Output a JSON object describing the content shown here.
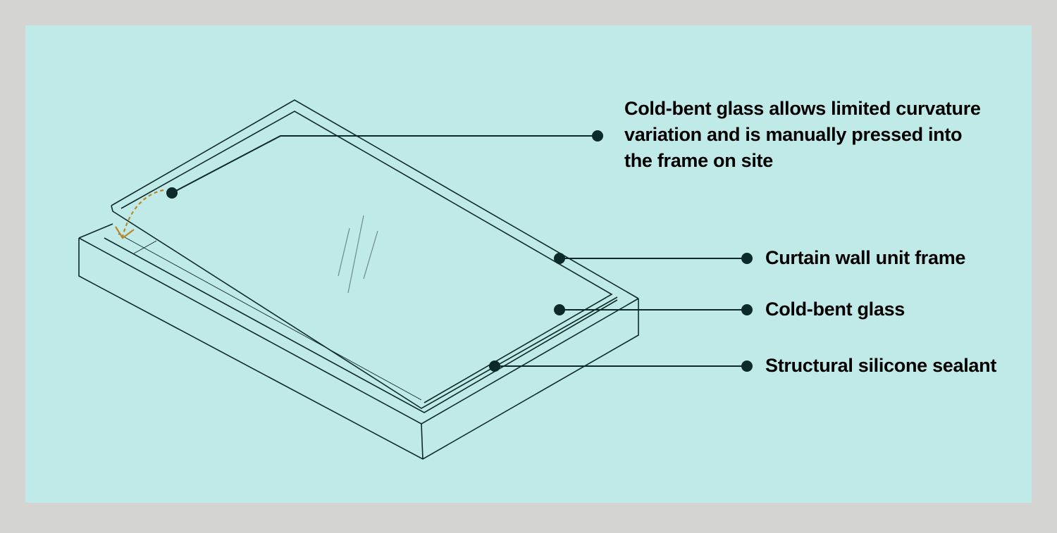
{
  "colors": {
    "border": "#d4d4d2",
    "panel": "#c0eae7",
    "ink": "#0c2a2a",
    "arrow": "#b8892a"
  },
  "annotations": {
    "cold_bent_note": "Cold-bent glass allows limited curvature variation and is manually pressed into the frame on site",
    "frame": "Curtain wall unit frame",
    "glass": "Cold-bent glass",
    "sealant": "Structural silicone sealant"
  }
}
